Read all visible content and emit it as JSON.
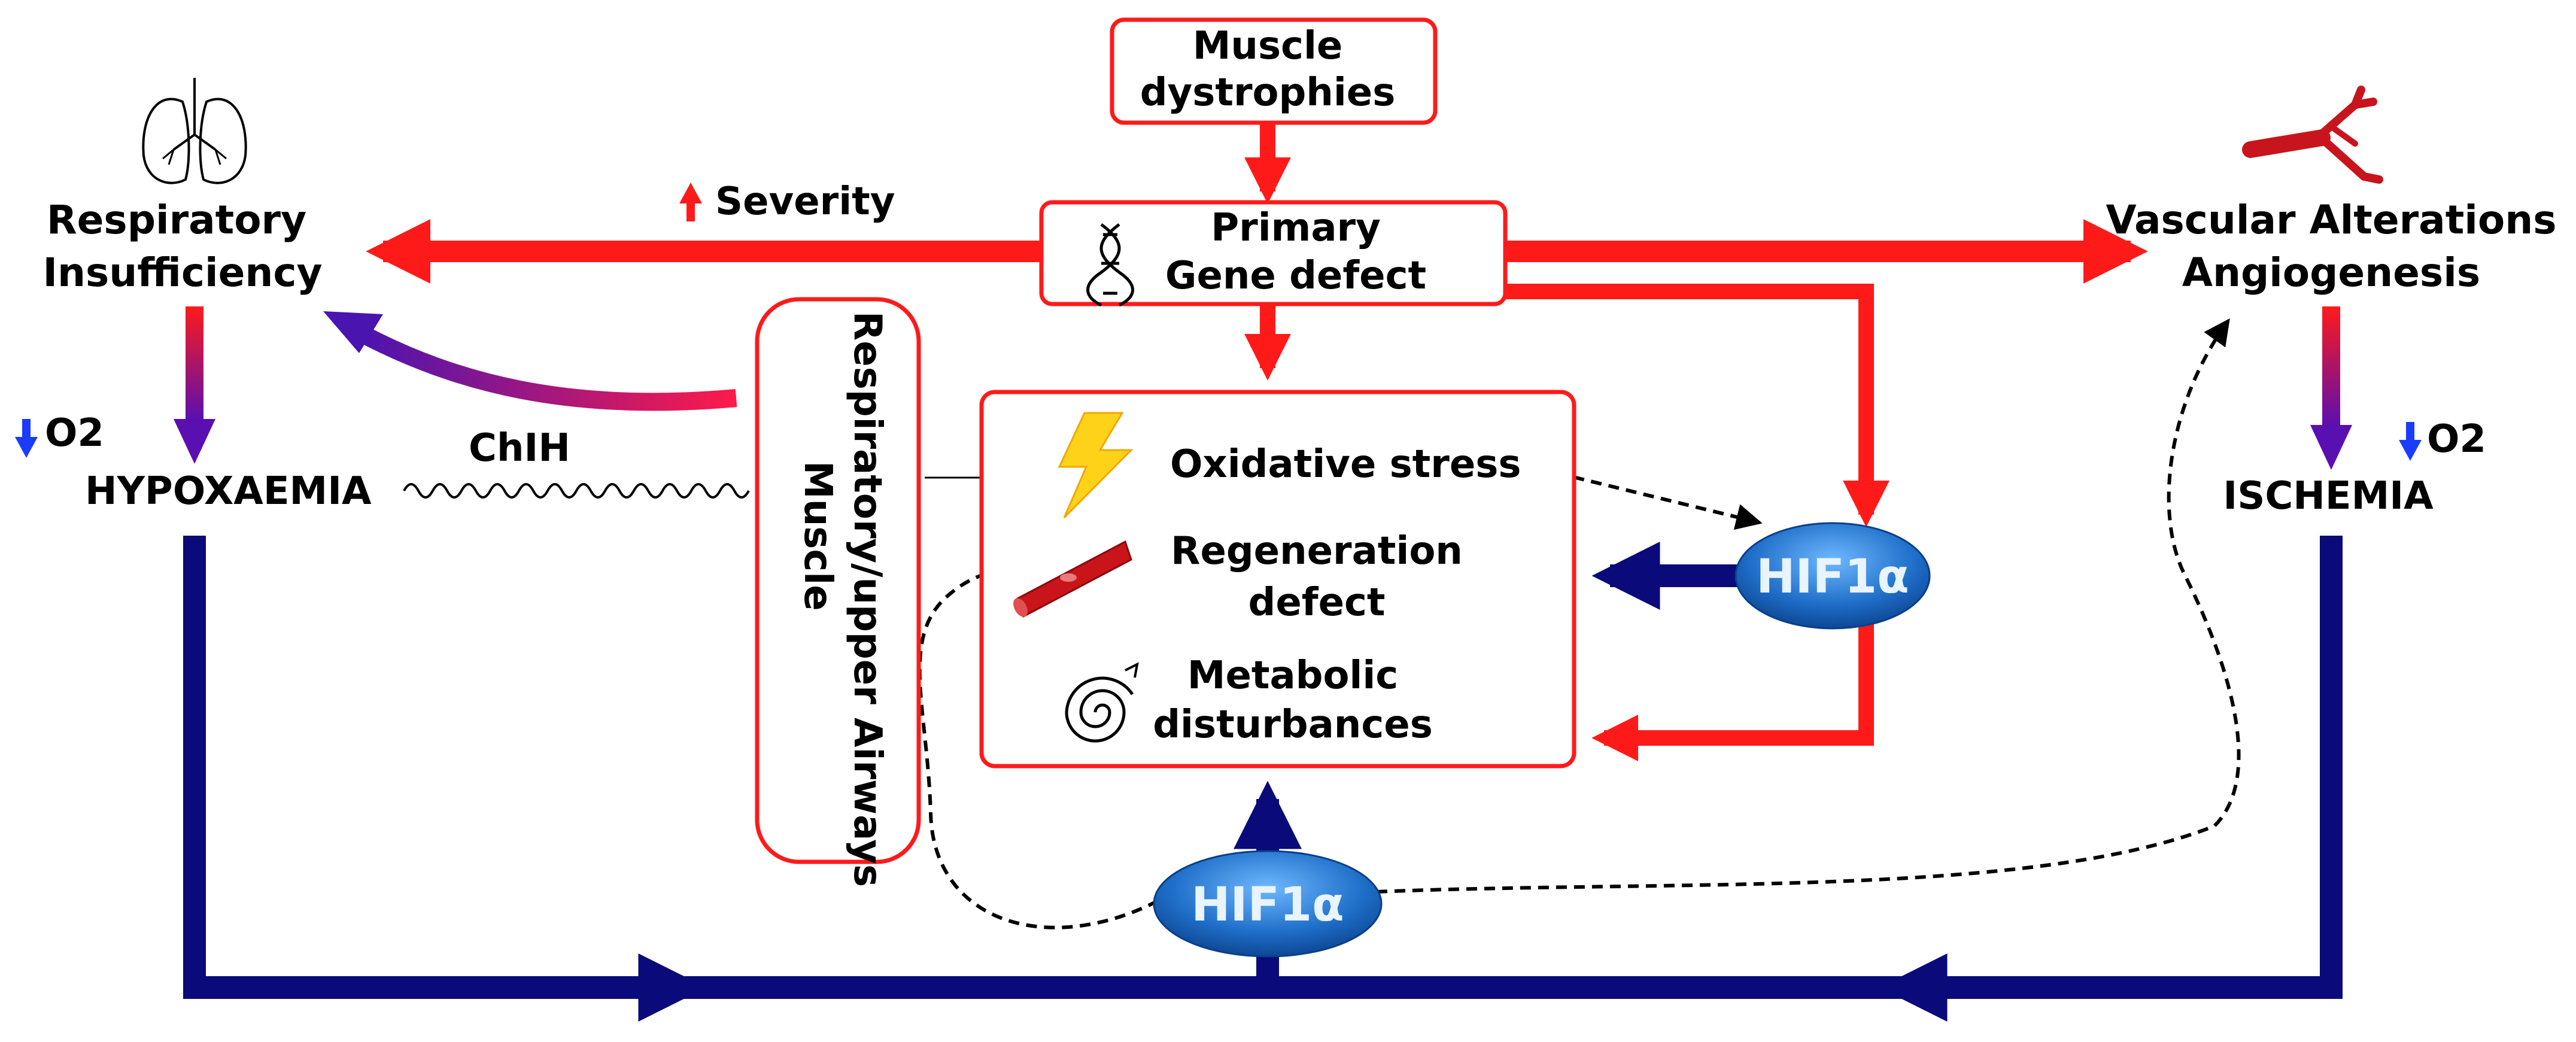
{
  "nodes": {
    "muscle_dystrophies": [
      "Muscle",
      "dystrophies"
    ],
    "primary_gene_defect": [
      "Primary",
      "Gene defect"
    ],
    "respiratory_insufficiency": [
      "Respiratory",
      "Insufficiency"
    ],
    "vascular": [
      "Vascular Alterations",
      "Angiogenesis"
    ],
    "severity": "Severity",
    "o2_left": "O2",
    "o2_right": "O2",
    "hypoxaemia": "HYPOXAEMIA",
    "ischemia": "ISCHEMIA",
    "chih": "ChIH",
    "resp_muscle": [
      "Respiratory/upper Airways",
      "Muscle"
    ],
    "oxidative_stress": "Oxidative stress",
    "regeneration_defect": [
      "Regeneration",
      "defect"
    ],
    "metabolic": [
      "Metabolic",
      "disturbances"
    ],
    "hif_top": "HIF1α",
    "hif_bottom": "HIF1α"
  },
  "icons": {
    "lungs": "lungs-icon",
    "dna": "dna-icon",
    "vessel": "blood-vessel-icon",
    "lightning": "lightning-icon",
    "muscle_fiber": "muscle-fiber-icon",
    "spiral": "spiral-icon"
  },
  "colors": {
    "red": "#ff1a1a",
    "navy": "#0a0a7a",
    "purple": "#6a0dad",
    "hif_blue": "#1f6fc9",
    "up_arrow": "#ff1a1a",
    "down_arrow": "#1a3cff"
  }
}
